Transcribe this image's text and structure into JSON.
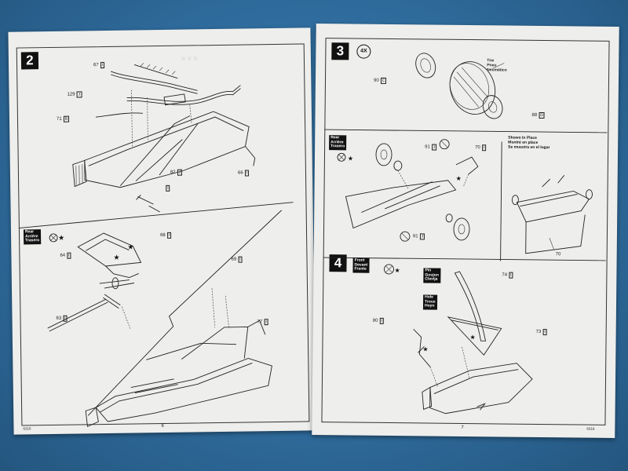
{
  "left_page": {
    "step": "2",
    "code": "6316",
    "page_number": "6",
    "rear_tag": [
      "Rear",
      "Arrière",
      "Trasero"
    ],
    "callouts": [
      {
        "num": "67",
        "part": "I"
      },
      {
        "num": "129",
        "part": "J"
      },
      {
        "num": "71",
        "part": "B"
      },
      {
        "num": "66",
        "part": "I"
      },
      {
        "num": "82",
        "part": "J"
      },
      {
        "num": "",
        "part": "I"
      },
      {
        "num": "68",
        "part": "I"
      },
      {
        "num": "64",
        "part": "I"
      },
      {
        "num": "69",
        "part": "I"
      },
      {
        "num": "77",
        "part": "I"
      },
      {
        "num": "63",
        "part": "I"
      }
    ]
  },
  "right_page": {
    "step3": "3",
    "step4": "4",
    "qty": "4X",
    "code": "6316",
    "page_number": "7",
    "tire_label": [
      "Tire",
      "Pneu",
      "Neumático"
    ],
    "rear_tag": [
      "Rear",
      "Arrière",
      "Trasero"
    ],
    "front_tag": [
      "Front",
      "Devant",
      "Frente"
    ],
    "pin_tag": [
      "Pin",
      "Goujon",
      "Clavija"
    ],
    "hole_tag": [
      "Hole",
      "Troux",
      "Hoyo"
    ],
    "shown_in_place": [
      "Shown In Place",
      "Montré en place",
      "Se muestra en el lugar"
    ],
    "callouts": [
      {
        "num": "90",
        "part": "C"
      },
      {
        "num": "88",
        "part": "D"
      },
      {
        "num": "91",
        "part": "J"
      },
      {
        "num": "70",
        "part": "I"
      },
      {
        "num": "91",
        "part": "J"
      },
      {
        "num": "70",
        "part": ""
      },
      {
        "num": "74",
        "part": "I"
      },
      {
        "num": "80",
        "part": "I"
      },
      {
        "num": "73",
        "part": "I"
      }
    ]
  }
}
